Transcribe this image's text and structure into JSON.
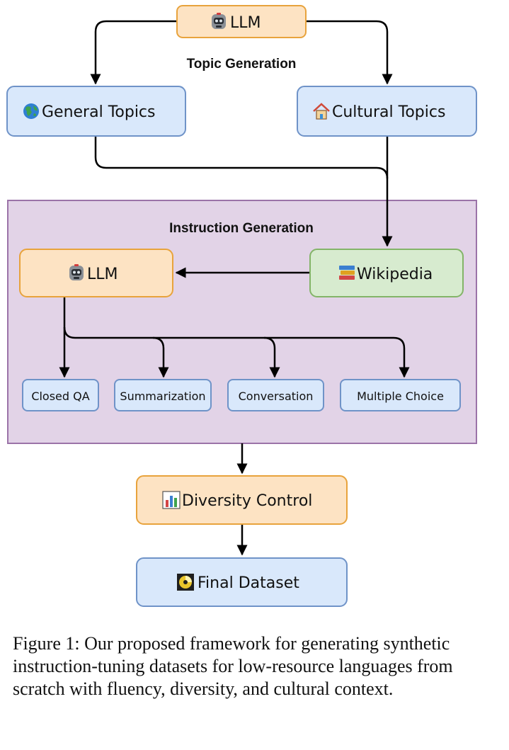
{
  "nodes": {
    "llm_top": "LLM",
    "topic_generation": "Topic Generation",
    "general_topics": "General Topics",
    "cultural_topics": "Cultural Topics",
    "instruction_generation": "Instruction Generation",
    "llm_inner": "LLM",
    "wikipedia": "Wikipedia",
    "closed_qa": "Closed QA",
    "summarization": "Summarization",
    "conversation": "Conversation",
    "multiple_choice": "Multiple Choice",
    "diversity_control": "Diversity Control",
    "final_dataset": "Final Dataset"
  },
  "icons": {
    "llm": "robot-icon",
    "general_topics": "globe-icon",
    "cultural_topics": "house-icon",
    "wikipedia": "books-icon",
    "diversity_control": "bar-chart-icon",
    "final_dataset": "disc-icon"
  },
  "colors": {
    "orange_fill": "#fde3c3",
    "orange_stroke": "#e8a33c",
    "blue_fill": "#d9e8fb",
    "blue_stroke": "#6f93c8",
    "green_fill": "#d7ebcf",
    "green_stroke": "#83b468",
    "purple_fill": "#e2d3e7",
    "purple_stroke": "#9b73a8"
  },
  "caption": "Figure 1: Our proposed framework for generating synthetic instruction-tuning datasets for low-resource languages from scratch with fluency, diversity, and cultural context."
}
